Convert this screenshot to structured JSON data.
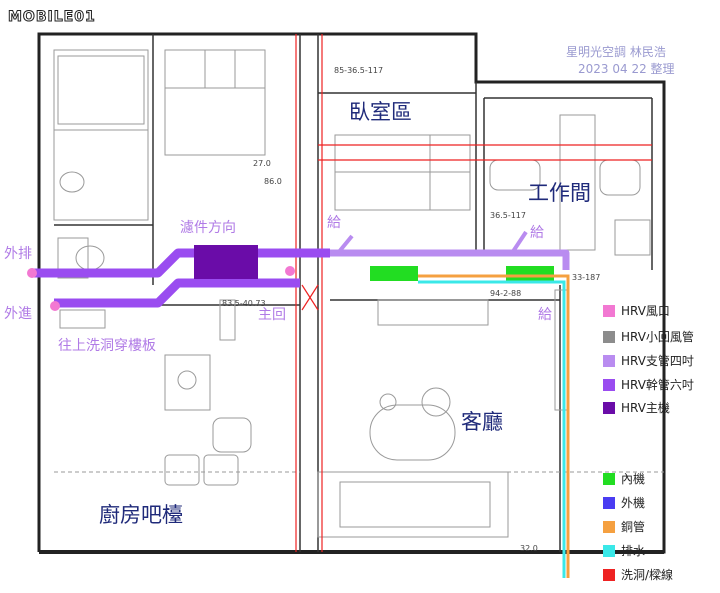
{
  "logo": {
    "text": "MOBILE01"
  },
  "credit": {
    "line1": "星明光空調 林民浩",
    "line2": "2023 04 22 整理"
  },
  "rooms": {
    "bedroom": "臥室區",
    "study": "工作間",
    "living": "客廳",
    "kitchen": "廚房吧檯"
  },
  "annotations": {
    "exhaust_out": "外排",
    "intake_in": "外進",
    "filter_direction": "濾件方向",
    "supply_1": "給",
    "supply_2": "給",
    "supply_3": "給",
    "main_return": "主回",
    "through_floor": "往上洗洞穿樓板"
  },
  "dimensions": {
    "d1": "85-36.5-117",
    "d2": "27.0",
    "d3": "86.0",
    "d4": "36.5-117",
    "d5": "33-187",
    "d6": "94-2-88",
    "d7": "83.5-40.73",
    "d8": "32.0"
  },
  "legend": [
    {
      "label": "HRV風口",
      "color": "#f278d2"
    },
    {
      "label": "HRV小回風管",
      "color": "#8c8c8c"
    },
    {
      "label": "HRV支管四吋",
      "color": "#b98cf0"
    },
    {
      "label": "HRV幹管六吋",
      "color": "#9a4cf0"
    },
    {
      "label": "HRV主機",
      "color": "#6a0ca8"
    },
    {
      "label": "內機",
      "color": "#22dd22"
    },
    {
      "label": "外機",
      "color": "#4a3cf2"
    },
    {
      "label": "銅管",
      "color": "#f5a040"
    },
    {
      "label": "排水",
      "color": "#3ae8e8"
    },
    {
      "label": "洗洞/樑線",
      "color": "#ee2222"
    }
  ],
  "colors": {
    "hrv_vent": "#f278d2",
    "hrv_branch": "#b98cf0",
    "hrv_trunk": "#9a4cf0",
    "hrv_unit": "#6a0ca8",
    "indoor_unit": "#22dd22",
    "copper": "#f5a040",
    "drain": "#3ae8e8",
    "beam": "#ee2222",
    "wall": "#222222",
    "furniture": "#9a9a9a"
  }
}
